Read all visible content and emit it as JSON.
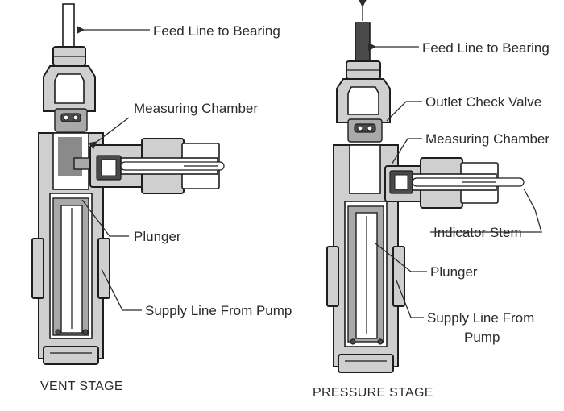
{
  "left": {
    "caption": "VENT STAGE",
    "labels": {
      "feed_line": "Feed Line to Bearing",
      "measuring_chamber": "Measuring Chamber",
      "plunger": "Plunger",
      "supply_line": "Supply Line From Pump"
    }
  },
  "right": {
    "caption": "PRESSURE STAGE",
    "labels": {
      "feed_line": "Feed Line to Bearing",
      "outlet_check_valve": "Outlet Check Valve",
      "measuring_chamber": "Measuring Chamber",
      "indicator_stem": "Indicator Stem",
      "plunger": "Plunger",
      "supply_line_1": "Supply Line From",
      "supply_line_2": "Pump"
    }
  }
}
